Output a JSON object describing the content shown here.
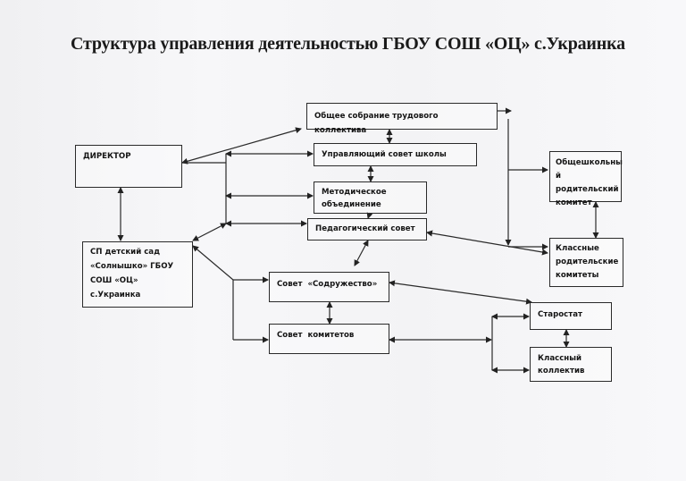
{
  "title": "Структура управления деятельностью ГБОУ СОШ «ОЦ» с.Украинка",
  "nodes": {
    "director": "ДИРЕКТОР",
    "general_meeting": "Общее собрание трудового коллектива",
    "governing_council": "Управляющий совет школы",
    "methodical_line1": "Методическое",
    "methodical_line2": "объединение",
    "pedagogical_council": "Педагогический совет",
    "kindergarten_line1": "СП детский сад",
    "kindergarten_line2": "«Солнышко» ГБОУ",
    "kindergarten_line3": "СОШ «ОЦ»",
    "kindergarten_line4": "с.Украинка",
    "school_parent_line1": "Общешкольны",
    "school_parent_line2": "й родительский",
    "school_parent_line3": "комитет",
    "class_parent_line1": "Классные",
    "class_parent_line2": "родительские",
    "class_parent_line3": "комитеты",
    "sodruzhestvo": "Совет  «Содружество»",
    "committees": "Совет  комитетов",
    "starostat": "Старостат",
    "class_line1": "Классный",
    "class_line2": "коллектив"
  },
  "edges": [
    [
      "director",
      "general_meeting",
      "both"
    ],
    [
      "director",
      "governing_council",
      "both"
    ],
    [
      "director",
      "methodical",
      "both"
    ],
    [
      "director",
      "pedagogical_council",
      "both"
    ],
    [
      "director",
      "kindergarten",
      "both"
    ],
    [
      "general_meeting",
      "governing_council",
      "both"
    ],
    [
      "governing_council",
      "methodical",
      "both"
    ],
    [
      "methodical",
      "pedagogical_council",
      "both"
    ],
    [
      "general_meeting",
      "school_parent",
      "to"
    ],
    [
      "general_meeting",
      "class_parent",
      "to"
    ],
    [
      "pedagogical_council",
      "class_parent",
      "both"
    ],
    [
      "school_parent",
      "class_parent",
      "both"
    ],
    [
      "kindergarten",
      "sodruzhestvo",
      "to"
    ],
    [
      "kindergarten",
      "committees",
      "to"
    ],
    [
      "pedagogical_council",
      "sodruzhestvo",
      "both"
    ],
    [
      "sodruzhestvo",
      "committees",
      "both"
    ],
    [
      "sodruzhestvo",
      "starostat",
      "both"
    ],
    [
      "committees",
      "starostat",
      "both"
    ],
    [
      "committees",
      "class",
      "both"
    ],
    [
      "starostat",
      "class",
      "both"
    ]
  ]
}
